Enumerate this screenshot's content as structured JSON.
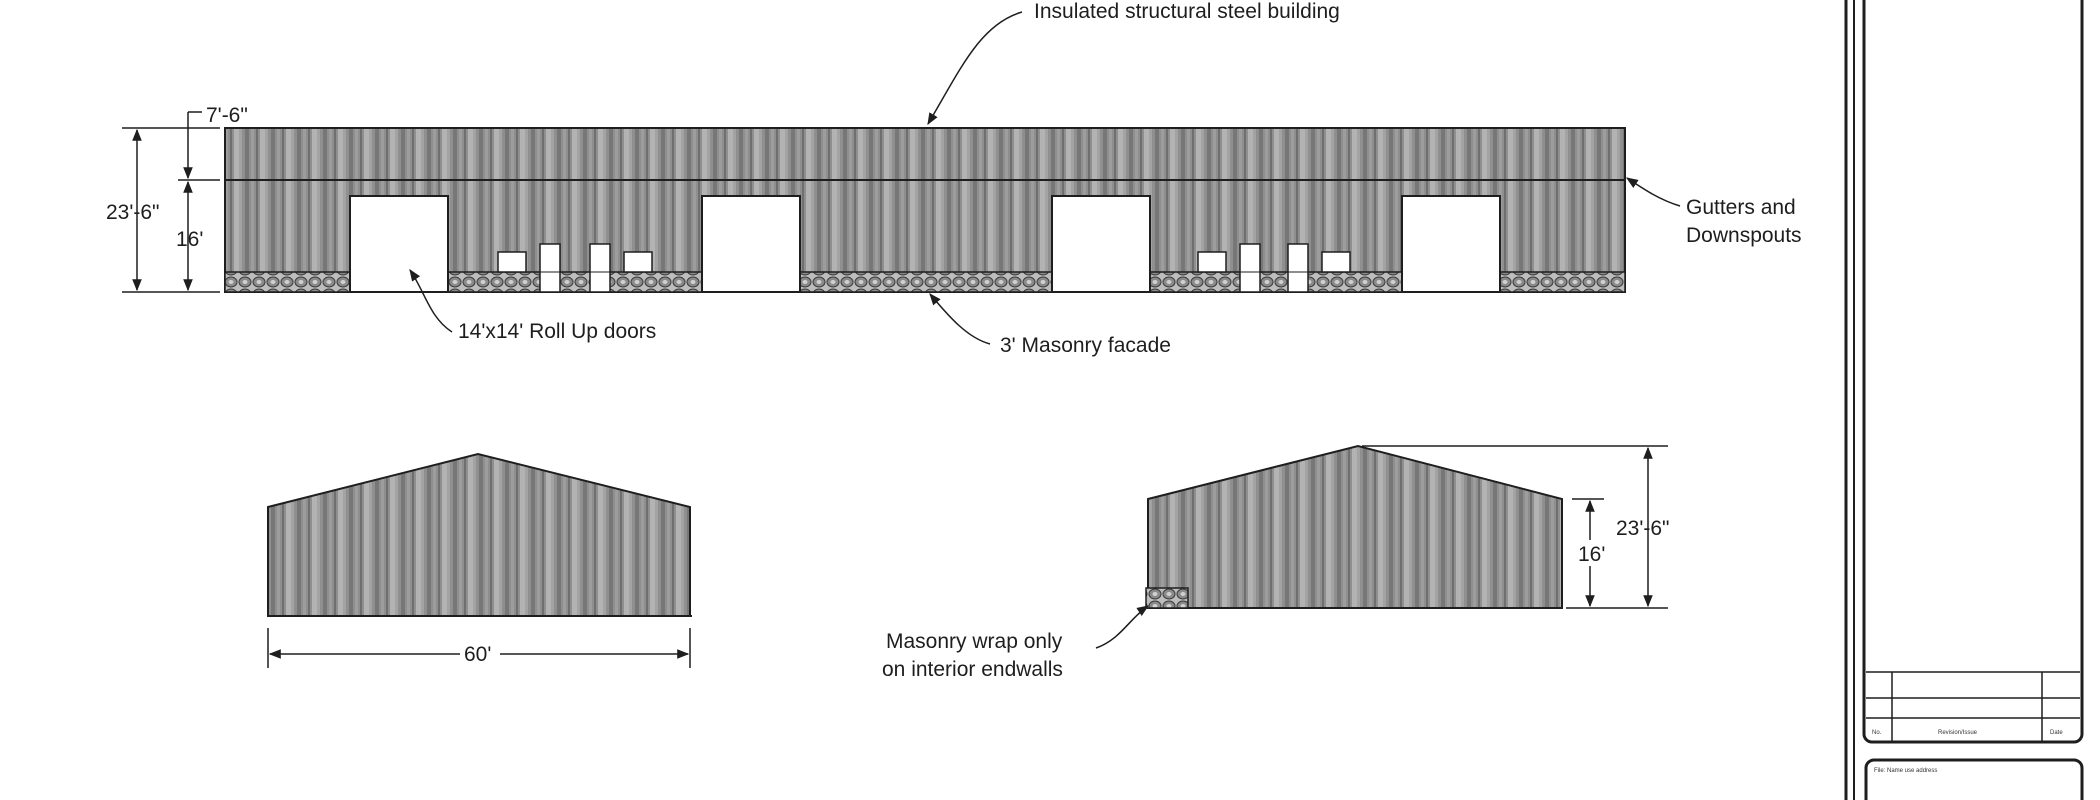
{
  "labels": {
    "steel_building": "Insulated structural steel building",
    "gutters_line1": "Gutters and",
    "gutters_line2": "Downspouts",
    "roll_up_doors": "14'x14' Roll Up doors",
    "masonry_facade": "3' Masonry facade",
    "masonry_wrap_line1": "Masonry wrap only",
    "masonry_wrap_line2": "on interior endwalls"
  },
  "dimensions": {
    "front_total_height": "23'-6\"",
    "front_roof_height": "7'-6\"",
    "front_wall_height": "16'",
    "end_width": "60'",
    "end_wall_height": "16'",
    "end_total_height": "23'-6\""
  },
  "title_block": {
    "col_no": "No.",
    "col_revision": "Revision/Issue",
    "col_date": "Date",
    "file_note": "File: Name use address"
  },
  "colors": {
    "panel_base": "#8f8f8f",
    "outline": "#1e1e1e",
    "stone": "#9a9a9a"
  }
}
